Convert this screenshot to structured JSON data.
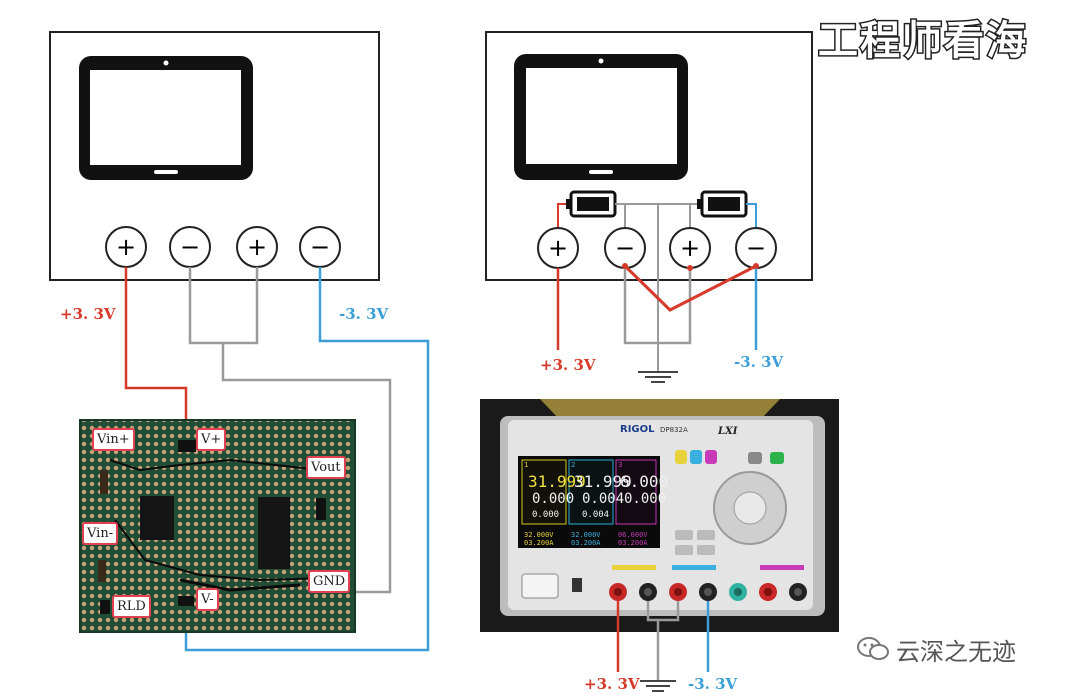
{
  "watermark": "工程师看海",
  "brand": "云深之无迹",
  "colors": {
    "positive_wire": "#d63a2a",
    "negative_wire": "#3b9ed8",
    "ground_wire": "#9a9a9a",
    "panel_outline": "#222222",
    "pcb_green": "#1f4d35",
    "psu_body": "#e4e4e4",
    "psu_screen": "#0a0a0a"
  },
  "left_diagram": {
    "terminals": [
      "+",
      "−",
      "+",
      "−"
    ],
    "positive_label": "+3. 3V",
    "negative_label": "-3. 3V"
  },
  "right_diagram": {
    "terminals": [
      "+",
      "−",
      "+",
      "−"
    ],
    "positive_label": "+3. 3V",
    "negative_label": "-3. 3V"
  },
  "pcb_labels": {
    "vin_plus": "Vin+",
    "v_plus": "V+",
    "vout": "Vout",
    "vin_minus": "Vin-",
    "rld": "RLD",
    "v_minus": "V-",
    "gnd": "GND"
  },
  "psu": {
    "brand": "RIGOL",
    "model": "DP832A",
    "lxi": "LXI",
    "ch1": {
      "num": "1",
      "volt": "31.999",
      "curr": "0.000",
      "set_v": "32.000V",
      "set_a": "03.200A"
    },
    "ch2": {
      "num": "2",
      "volt": "31.999",
      "curr": "0.004",
      "set_v": "32.000V",
      "set_a": "03.200A"
    },
    "ch3": {
      "num": "3",
      "volt": "6.000",
      "curr": "0.000",
      "set_v": "06.000V",
      "set_a": "03.200A"
    },
    "bottom_labels": {
      "positive": "+3. 3V",
      "negative": "-3. 3V"
    }
  }
}
